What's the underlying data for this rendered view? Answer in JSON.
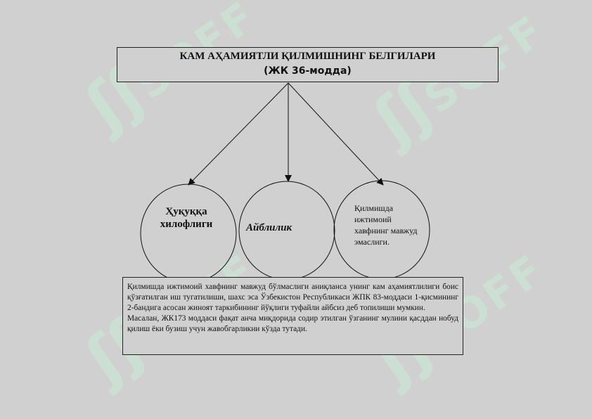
{
  "title": {
    "main": "КАМ АҲАМИЯТЛИ ҚИЛМИШНИНГ БЕЛГИЛАРИ",
    "sub": "(ЖК 36-модда)"
  },
  "nodes": [
    {
      "label": "Ҳуқуққа хилофлиги"
    },
    {
      "label": "Айблилик"
    },
    {
      "label": "Қилмишда ижтимоий хавфнинг мавжуд эмаслиги."
    }
  ],
  "description": {
    "paragraph1": "Қилмишда ижтимоий хавфнинг мавжуд бўлмаслиги аниқланса унинг кам аҳамиятлилиги боис қўзғатилган иш тугатилиши, шахс эса Ўзбекистон Республикаси ЖПК 83-моддаси 1-қисмининг 2-бандига асосан жиноят таркибининг йўқлиги туфайли айбсиз деб топилиши мумкин.",
    "paragraph2": "Масалан, ЖК173 моддаси фақат анча миқдорида содир этилган ўзганинг мулини қасддан нобуд қилиш ёки бузиш учун жавобгарликни кўзда тутади."
  },
  "watermark": {
    "text": "SOFF",
    "color": "#c8ecd5"
  }
}
